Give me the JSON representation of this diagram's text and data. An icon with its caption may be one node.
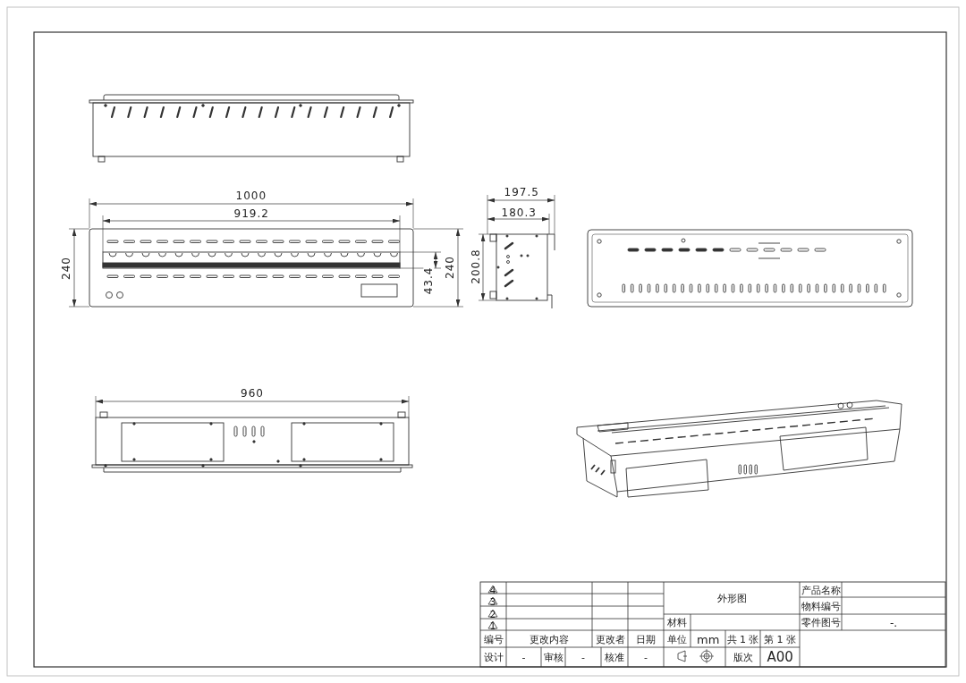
{
  "diagram": {
    "labels": [
      "1000",
      "919.2",
      "197.5",
      "180.3",
      "240",
      "43.4",
      "240",
      "200.8",
      "960",
      "4",
      "外形图",
      "产品名称",
      "3",
      "物料编号",
      "2",
      "零件图号",
      "-.",
      "1",
      "材料",
      "编号",
      "更改内容",
      "更改者",
      "日期",
      "单位",
      "mm",
      "共 1 张",
      "第 1 张",
      "设计",
      "-",
      "审核",
      "-",
      "核准",
      "-",
      "版次",
      "A00"
    ]
  }
}
